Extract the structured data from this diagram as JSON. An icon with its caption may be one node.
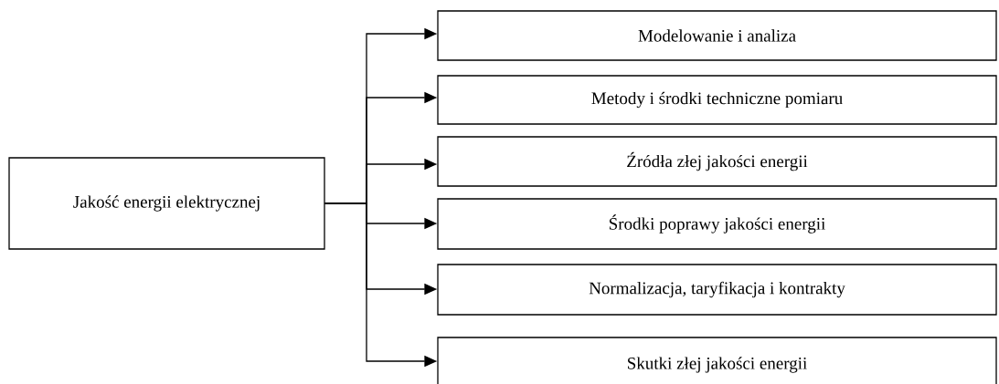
{
  "diagram": {
    "nodes": [
      {
        "text": [
          "Jakość energii elektrycznej"
        ]
      },
      {
        "text": [
          "Modelowanie i analiza"
        ]
      },
      {
        "text": [
          "Metody i środki techniczne pomiaru"
        ]
      },
      {
        "text": [
          "Źródła złej jakości energii"
        ]
      },
      {
        "text": [
          "Środki poprawy jakości energii"
        ]
      },
      {
        "text": [
          "Normalizacja, taryfikacja i kontrakty"
        ]
      },
      {
        "text": [
          "Skutki złej jakości energii"
        ]
      }
    ],
    "edges": [
      {
        "from": 0,
        "to": 1,
        "arrow": "to"
      },
      {
        "from": 0,
        "to": 2,
        "arrow": "to"
      },
      {
        "from": 0,
        "to": 3,
        "arrow": "to"
      },
      {
        "from": 0,
        "to": 4,
        "arrow": "to"
      },
      {
        "from": 0,
        "to": 5,
        "arrow": "to"
      },
      {
        "from": 0,
        "to": 6,
        "arrow": "to"
      }
    ]
  }
}
